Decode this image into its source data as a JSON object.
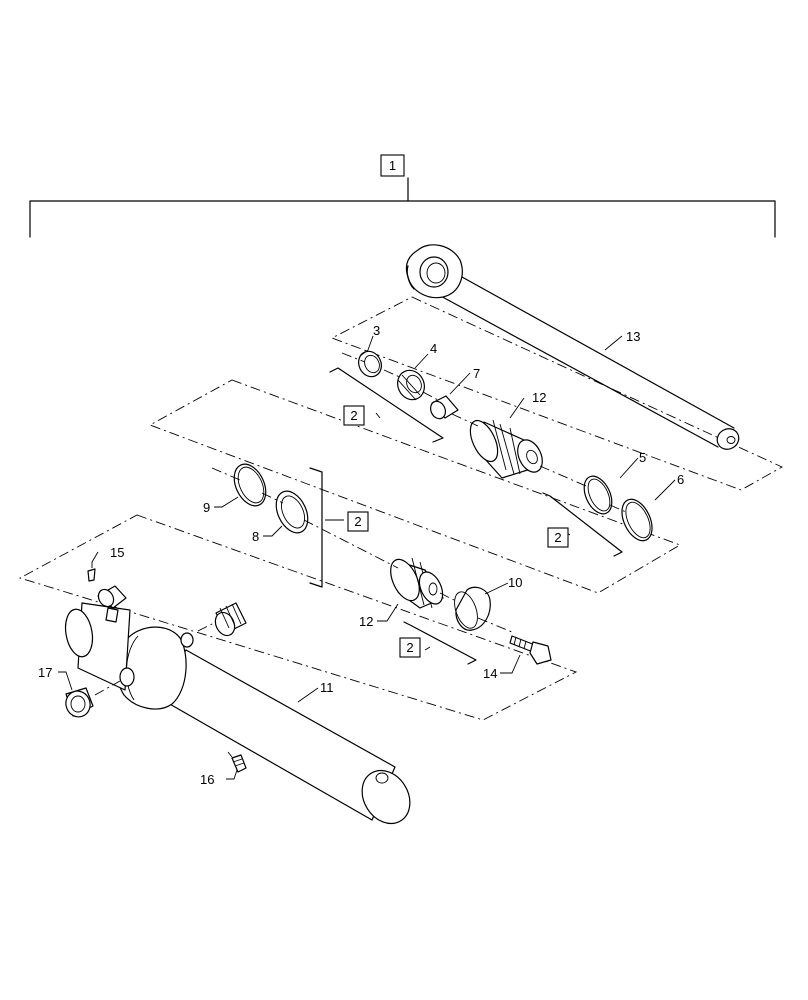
{
  "callouts": {
    "c1": "1",
    "c2a": "2",
    "c2b": "2",
    "c2c": "2",
    "c2d": "2",
    "c3": "3",
    "c4": "4",
    "c5": "5",
    "c6": "6",
    "c7": "7",
    "c8": "8",
    "c9": "9",
    "c10": "10",
    "c11": "11",
    "c12a": "12",
    "c12b": "12",
    "c13": "13",
    "c14": "14",
    "c15": "15",
    "c16": "16",
    "c17": "17"
  }
}
